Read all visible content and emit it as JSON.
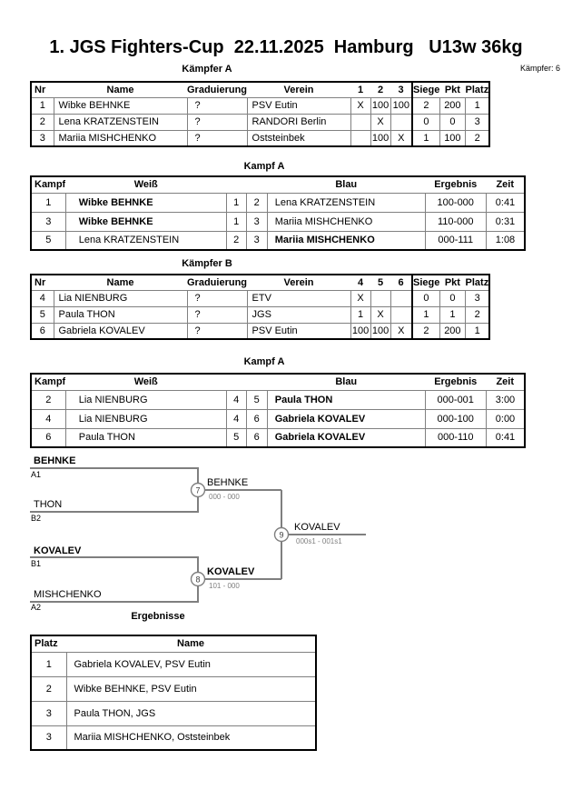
{
  "header": {
    "title": "1. JGS Fighters-Cup  22.11.2025  Hamburg   U13w 36kg",
    "fighters_label": "Kämpfer: 6"
  },
  "colors": {
    "outer_border": "#000000",
    "grid_border": "#808080",
    "bracket_line": "#7f7f7f",
    "score_text": "#808080"
  },
  "pool_a": {
    "heading": "Kämpfer A",
    "columns": [
      "Nr",
      "Name",
      "Graduierung",
      "Verein",
      "1",
      "2",
      "3",
      "Siege",
      "Pkt",
      "Platz"
    ],
    "rows": [
      {
        "nr": "1",
        "name": "Wibke BEHNKE",
        "grad": "?",
        "verein": "PSV Eutin",
        "r1": "X",
        "r2": "100",
        "r3": "100",
        "siege": "2",
        "pkt": "200",
        "platz": "1"
      },
      {
        "nr": "2",
        "name": "Lena KRATZENSTEIN",
        "grad": "?",
        "verein": "RANDORI Berlin",
        "r1": "",
        "r2": "X",
        "r3": "",
        "siege": "0",
        "pkt": "0",
        "platz": "3"
      },
      {
        "nr": "3",
        "name": "Mariia MISHCHENKO",
        "grad": "?",
        "verein": "Oststeinbek",
        "r1": "",
        "r2": "100",
        "r3": "X",
        "siege": "1",
        "pkt": "100",
        "platz": "2"
      }
    ]
  },
  "fights_a": {
    "heading": "Kampf A",
    "columns": [
      "Kampf",
      "Weiß",
      "Blau",
      "Ergebnis",
      "Zeit"
    ],
    "rows": [
      {
        "kampf": "1",
        "weiss": "Wibke BEHNKE",
        "weiss_bold": true,
        "wn": "1",
        "bn": "2",
        "blau": "Lena KRATZENSTEIN",
        "blau_bold": false,
        "ergebnis": "100-000",
        "zeit": "0:41"
      },
      {
        "kampf": "3",
        "weiss": "Wibke BEHNKE",
        "weiss_bold": true,
        "wn": "1",
        "bn": "3",
        "blau": "Mariia MISHCHENKO",
        "blau_bold": false,
        "ergebnis": "110-000",
        "zeit": "0:31"
      },
      {
        "kampf": "5",
        "weiss": "Lena KRATZENSTEIN",
        "weiss_bold": false,
        "wn": "2",
        "bn": "3",
        "blau": "Mariia MISHCHENKO",
        "blau_bold": true,
        "ergebnis": "000-111",
        "zeit": "1:08"
      }
    ]
  },
  "pool_b": {
    "heading": "Kämpfer B",
    "columns": [
      "Nr",
      "Name",
      "Graduierung",
      "Verein",
      "4",
      "5",
      "6",
      "Siege",
      "Pkt",
      "Platz"
    ],
    "rows": [
      {
        "nr": "4",
        "name": "Lia NIENBURG",
        "grad": "?",
        "verein": "ETV",
        "r1": "X",
        "r2": "",
        "r3": "",
        "siege": "0",
        "pkt": "0",
        "platz": "3"
      },
      {
        "nr": "5",
        "name": "Paula THON",
        "grad": "?",
        "verein": "JGS",
        "r1": "1",
        "r2": "X",
        "r3": "",
        "siege": "1",
        "pkt": "1",
        "platz": "2"
      },
      {
        "nr": "6",
        "name": "Gabriela KOVALEV",
        "grad": "?",
        "verein": "PSV Eutin",
        "r1": "100",
        "r2": "100",
        "r3": "X",
        "siege": "2",
        "pkt": "200",
        "platz": "1"
      }
    ]
  },
  "fights_b": {
    "heading": "Kampf A",
    "columns": [
      "Kampf",
      "Weiß",
      "Blau",
      "Ergebnis",
      "Zeit"
    ],
    "rows": [
      {
        "kampf": "2",
        "weiss": "Lia NIENBURG",
        "weiss_bold": false,
        "wn": "4",
        "bn": "5",
        "blau": "Paula THON",
        "blau_bold": true,
        "ergebnis": "000-001",
        "zeit": "3:00"
      },
      {
        "kampf": "4",
        "weiss": "Lia NIENBURG",
        "weiss_bold": false,
        "wn": "4",
        "bn": "6",
        "blau": "Gabriela KOVALEV",
        "blau_bold": true,
        "ergebnis": "000-100",
        "zeit": "0:00"
      },
      {
        "kampf": "6",
        "weiss": "Paula THON",
        "weiss_bold": false,
        "wn": "5",
        "bn": "6",
        "blau": "Gabriela KOVALEV",
        "blau_bold": true,
        "ergebnis": "000-110",
        "zeit": "0:41"
      }
    ]
  },
  "bracket": {
    "slots": [
      {
        "name": "BEHNKE",
        "seed": "A1",
        "bold": true
      },
      {
        "name": "THON",
        "seed": "B2",
        "bold": false
      },
      {
        "name": "KOVALEV",
        "seed": "B1",
        "bold": true
      },
      {
        "name": "MISHCHENKO",
        "seed": "A2",
        "bold": false
      }
    ],
    "nodes": [
      {
        "number": "7",
        "winner": "BEHNKE",
        "score": "000 - 000",
        "bold": false
      },
      {
        "number": "8",
        "winner": "KOVALEV",
        "score": "101 - 000",
        "bold": true
      },
      {
        "number": "9",
        "winner": "KOVALEV",
        "score": "000s1 - 001s1",
        "bold": false
      }
    ]
  },
  "results": {
    "heading": "Ergebnisse",
    "columns": [
      "Platz",
      "Name"
    ],
    "rows": [
      {
        "platz": "1",
        "name": "Gabriela KOVALEV, PSV Eutin"
      },
      {
        "platz": "2",
        "name": "Wibke BEHNKE, PSV Eutin"
      },
      {
        "platz": "3",
        "name": "Paula THON, JGS"
      },
      {
        "platz": "3",
        "name": "Mariia MISHCHENKO, Oststeinbek"
      }
    ]
  }
}
